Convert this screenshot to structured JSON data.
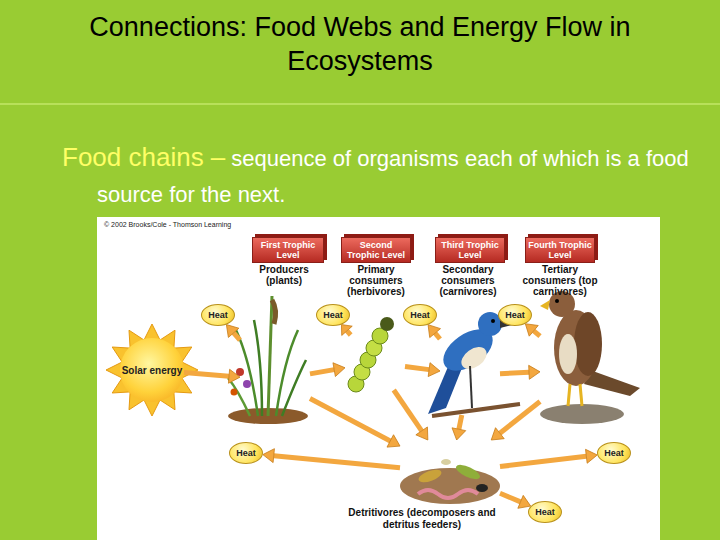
{
  "diagram": {
    "title": "Connections: Food Webs and Energy Flow in Ecosystems",
    "nodes": [
      {
        "text": [
          "First Trophic Level",
          "Producers (plants)"
        ]
      },
      {
        "text": [
          "Second Trophic Level",
          "Primary consumers (herbivores)"
        ]
      },
      {
        "text": [
          "Third Trophic Level",
          "Secondary consumers (carnivores)"
        ]
      },
      {
        "text": [
          "Fourth Trophic Level",
          "Tertiary consumers (top carnivores)"
        ]
      },
      {
        "text": [
          "Heat"
        ]
      },
      {
        "text": [
          "Heat"
        ]
      },
      {
        "text": [
          "Heat"
        ]
      },
      {
        "text": [
          "Heat"
        ]
      },
      {
        "text": [
          "Solar energy"
        ]
      },
      {
        "text": [
          "Heat"
        ]
      },
      {
        "text": [
          "Heat"
        ]
      },
      {
        "text": [
          "Detritivores (decomposers and detritus feeders)"
        ]
      },
      {
        "text": [
          "Heat"
        ]
      }
    ],
    "edges": [
      {
        "from": 8,
        "to": 0,
        "arrow": "to"
      },
      {
        "from": 0,
        "to": 1,
        "arrow": "to"
      },
      {
        "from": 1,
        "to": 2,
        "arrow": "to"
      },
      {
        "from": 2,
        "to": 3,
        "arrow": "to"
      },
      {
        "from": 0,
        "to": 4,
        "arrow": "to"
      },
      {
        "from": 1,
        "to": 5,
        "arrow": "to"
      },
      {
        "from": 2,
        "to": 6,
        "arrow": "to"
      },
      {
        "from": 3,
        "to": 7,
        "arrow": "to"
      },
      {
        "from": 0,
        "to": 11,
        "arrow": "to"
      },
      {
        "from": 1,
        "to": 11,
        "arrow": "to"
      },
      {
        "from": 2,
        "to": 11,
        "arrow": "to"
      },
      {
        "from": 3,
        "to": 11,
        "arrow": "to"
      },
      {
        "from": 11,
        "to": 9,
        "arrow": "to"
      },
      {
        "from": 11,
        "to": 10,
        "arrow": "to"
      },
      {
        "from": 11,
        "to": 12,
        "arrow": "to"
      }
    ],
    "labels": [
      "Food chains –",
      "sequence of organisms each of which is a food source for the next.",
      "© 2002 Brooks/Cole - Thomson Learning"
    ]
  }
}
